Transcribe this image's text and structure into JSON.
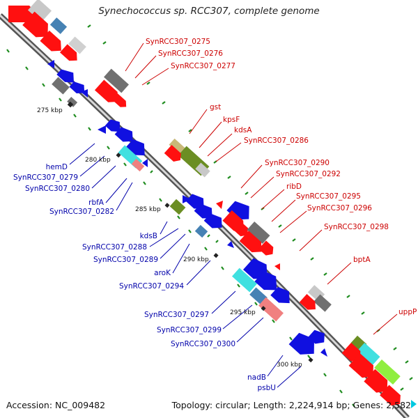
{
  "title": "Synechococcus sp. RCC307, complete genome",
  "footer": {
    "accession": "Accession: NC_009482",
    "topology": "Topology: circular; Length: 2,224,914 bp; Genes: 2,582"
  },
  "ticks": [
    "275 kbp",
    "280 kbp",
    "285 kbp",
    "290 kbp",
    "295 kbp",
    "300 kbp"
  ],
  "red_labels": [
    "SynRCC307_0275",
    "SynRCC307_0276",
    "SynRCC307_0277",
    "gst",
    "kpsF",
    "kdsA",
    "SynRCC307_0286",
    "SynRCC307_0290",
    "SynRCC307_0292",
    "ribD",
    "SynRCC307_0295",
    "SynRCC307_0296",
    "SynRCC307_0298",
    "bptA",
    "uppP"
  ],
  "blue_labels": [
    "hemD",
    "SynRCC307_0279",
    "SynRCC307_0280",
    "rbfA",
    "SynRCC307_0282",
    "kdsB",
    "SynRCC307_0288",
    "SynRCC307_0289",
    "aroK",
    "SynRCC307_0294",
    "SynRCC307_0297",
    "SynRCC307_0299",
    "SynRCC307_0300",
    "nadB",
    "psbU"
  ],
  "colors": {
    "forward_gene": "#ff0000",
    "reverse_gene": "#0000dd",
    "label_forward": "#cc0000",
    "label_reverse": "#0000aa",
    "backbone": "#808080",
    "gc_marks": "#228b22",
    "gray_feature": "#707070",
    "lightgray_feature": "#c8c8c8",
    "olive_feature": "#6b8e23",
    "khaki_feature": "#c8b878",
    "cyan_feature": "#40e0e0",
    "steelblue_feature": "#4682b4",
    "pink_feature": "#f08080",
    "lime_feature": "#90ee40"
  },
  "icons": [
    "tick-marker",
    "gene-arrow"
  ]
}
